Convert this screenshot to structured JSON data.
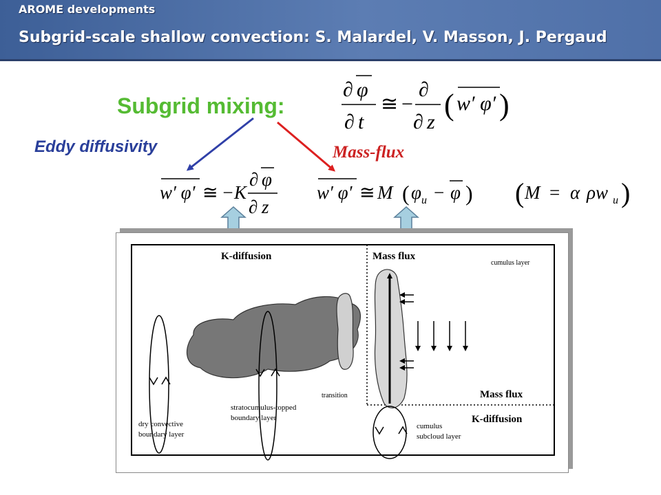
{
  "header": {
    "breadcrumb": "AROME developments",
    "title": "Subgrid-scale shallow convection: S. Malardel, V. Masson, J. Pergaud"
  },
  "main": {
    "mixing_label": "Subgrid mixing:",
    "eddy_label": "Eddy diffusivity",
    "massflux_label": "Mass-flux"
  },
  "figure": {
    "k_diffusion_top": "K-diffusion",
    "mass_flux_top": "Mass flux",
    "cumulus_layer": "cumulus layer",
    "transition": "transition",
    "mass_flux_mid": "Mass flux",
    "k_diffusion_bottom": "K-diffusion",
    "dry_line1": "dry convective",
    "dry_line2": "boundary layer",
    "strato_line1": "stratocumulus-topped",
    "strato_line2": "boundary layer",
    "cumulus_line1": "cumulus",
    "cumulus_line2": "subcloud layer"
  },
  "colors": {
    "header": "#4a6ca4",
    "mixing": "#55bb33",
    "eddy": "#2a3f9a",
    "mass": "#cc2222",
    "up_arrow": "#a6cfe0"
  }
}
